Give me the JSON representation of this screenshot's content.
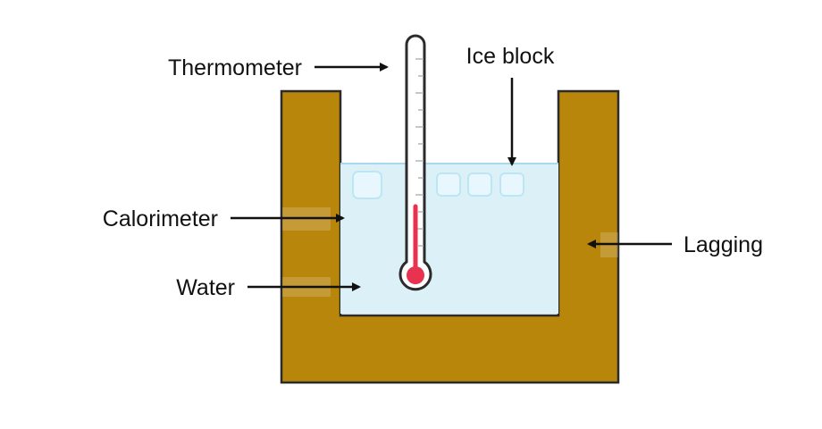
{
  "labels": {
    "thermometer": "Thermometer",
    "ice_block": "Ice block",
    "calorimeter": "Calorimeter",
    "water": "Water",
    "lagging": "Lagging"
  },
  "colors": {
    "lagging": "#b8860b",
    "lagging_stroke": "#2b2b2b",
    "water": "#dcf0f8",
    "water_surface": "#a8d8ea",
    "ice": "#e8f7fd",
    "ice_stroke": "#bde6f5",
    "thermometer_liquid": "#e8324f",
    "thermometer_body": "#ffffff",
    "outline": "#2b2b2b",
    "arrow": "#111111"
  }
}
